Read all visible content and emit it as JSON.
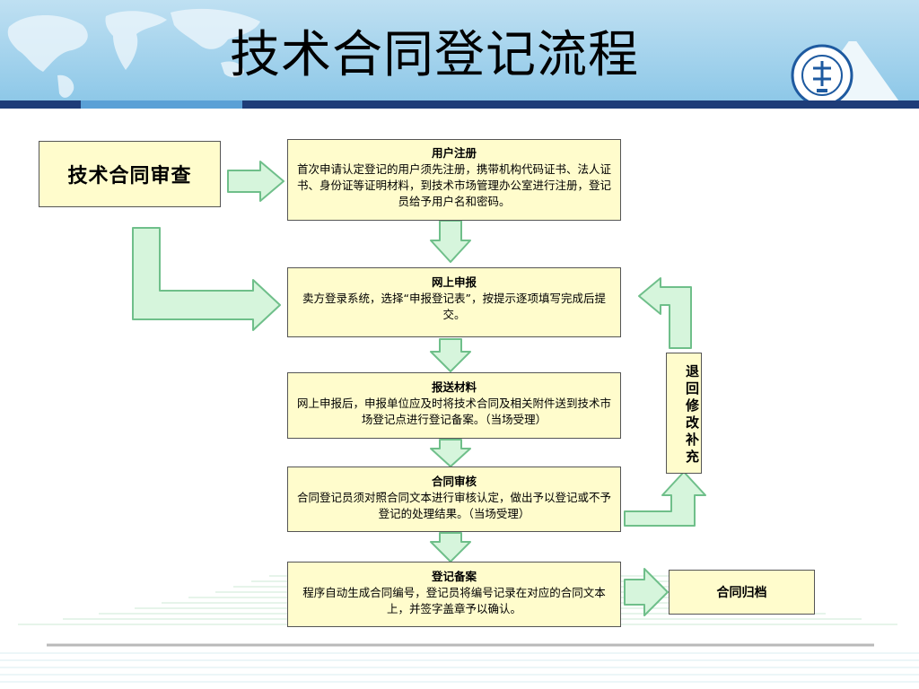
{
  "title": "技术合同登记流程",
  "start_node": {
    "label": "技术合同审查"
  },
  "steps": [
    {
      "title": "用户注册",
      "desc": "首次申请认定登记的用户须先注册，携带机构代码证书、法人证书、身份证等证明材料，到技术市场管理办公室进行注册，登记员给予用户名和密码。"
    },
    {
      "title": "网上申报",
      "desc": "卖方登录系统，选择“申报登记表”，按提示逐项填写完成后提交。"
    },
    {
      "title": "报送材料",
      "desc": "网上申报后，申报单位应及时将技术合同及相关附件送到技术市场登记点进行登记备案。（当场受理）"
    },
    {
      "title": "合同审核",
      "desc": "合同登记员须对照合同文本进行审核认定，做出予以登记或不予登记的处理结果。（当场受理）"
    },
    {
      "title": "登记备案",
      "desc": "程序自动生成合同编号，登记员将编号记录在对应的合同文本上，并签字盖章予以确认。"
    }
  ],
  "return_node": {
    "label": "退回修改补充"
  },
  "archive_node": {
    "label": "合同归档"
  },
  "colors": {
    "header_blue": "#8ec8e8",
    "box_fill": "#fffccc",
    "arrow_fill": "#d6f5dc",
    "arrow_stroke": "#6fbf8a",
    "navy": "#1e3c78"
  },
  "logo": {
    "icon": "institute-seal-icon"
  }
}
